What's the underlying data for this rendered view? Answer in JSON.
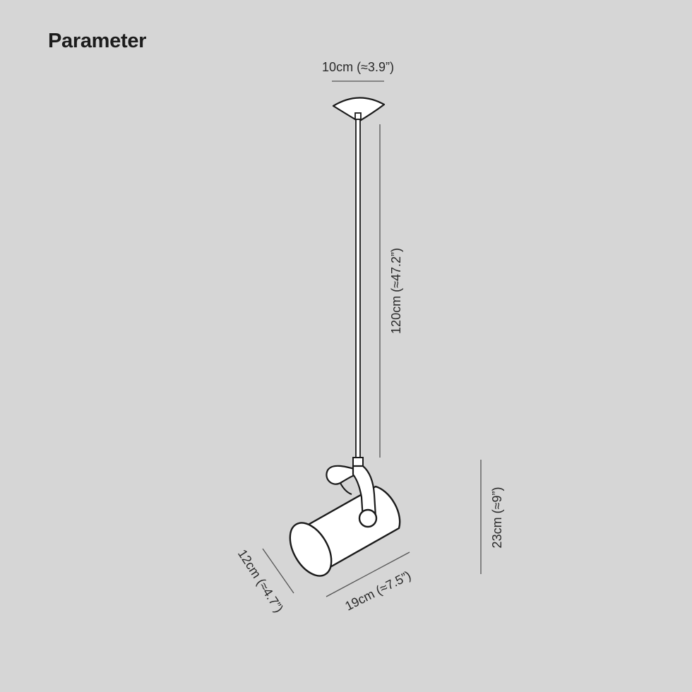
{
  "title": "Parameter",
  "dimensions": {
    "canopy_width": "10cm (≈3.9”)",
    "cord_length": "120cm (≈47.2”)",
    "total_height": "23cm (≈9”)",
    "shade_length": "19cm (≈7.5”)",
    "shade_diameter": "12cm (≈4.7”)"
  },
  "colors": {
    "background": "#d6d6d6",
    "line": "#1a1a1a",
    "lamp_fill": "#ffffff",
    "dimension_line": "#555555"
  }
}
